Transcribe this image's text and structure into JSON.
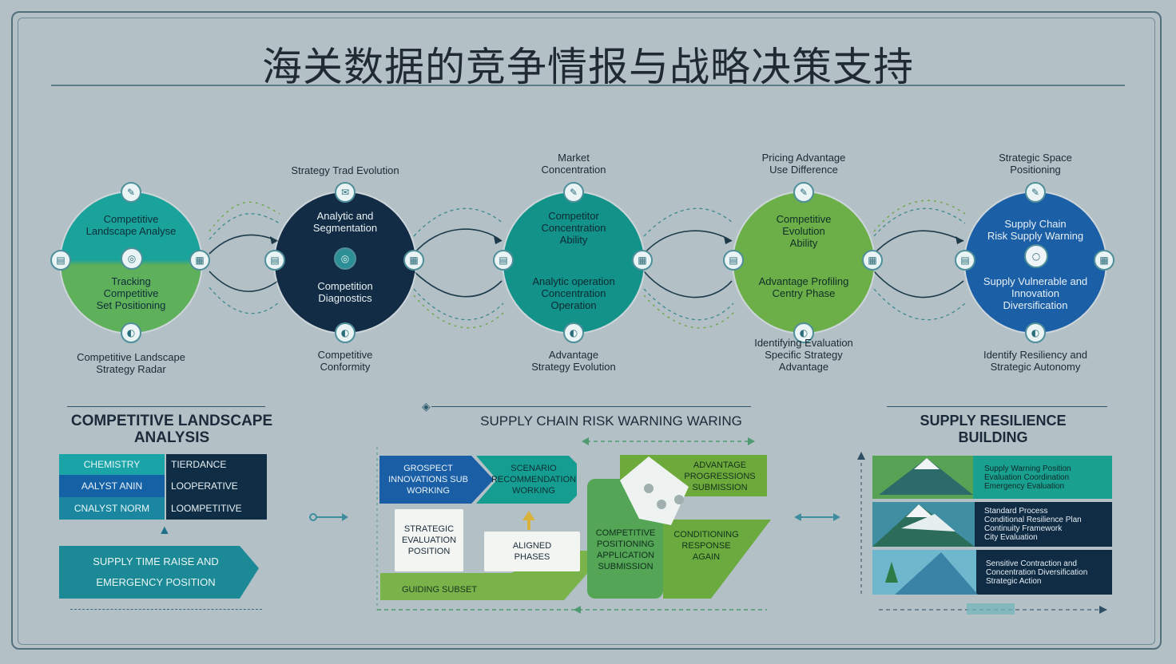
{
  "title": "海关数据的竞争情报与战略决策支持",
  "colors": {
    "teal": "#169c92",
    "navy": "#122e47",
    "green": "#6fb24a",
    "blue": "#1b63a8",
    "bg": "#b3c0c6"
  },
  "stages": [
    {
      "top": "",
      "upper": "Competitive\nLandscape Analyse",
      "lower": "Tracking\nCompetitive\nSet Positioning",
      "bottom": "Competitive Landscape\nStrategy Radar"
    },
    {
      "top": "Strategy Trad Evolution",
      "upper": "Analytic and\nSegmentation",
      "lower": "Competition\nDiagnostics",
      "bottom": "Competitive\nConformity"
    },
    {
      "top": "Market\nConcentration",
      "upper": "Competitor\nConcentration\nAbility",
      "lower": "Analytic operation\nConcentration\nOperation",
      "bottom": "Advantage\nStrategy Evolution"
    },
    {
      "top": "Pricing Advantage\nUse Difference",
      "upper": "Competitive\nEvolution\nAbility",
      "lower": "Advantage Profiling\nCentry Phase",
      "bottom": "Identifying Evaluation\nSpecific Strategy\nAdvantage"
    },
    {
      "top": "Strategic Space\nPositioning",
      "upper": "Supply Chain\nRisk Supply Warning",
      "lower": "Supply Vulnerable and\nInnovation\nDiversification",
      "bottom": "Identify Resiliency and\nStrategic Autonomy"
    }
  ],
  "left": {
    "title": "COMPETITIVE LANDSCAPE\nANALYSIS",
    "rows": [
      {
        "a": "CHEMISTRY",
        "b": "TIERDANCE"
      },
      {
        "a": "AALYST ANIN",
        "b": "LOOPERATIVE"
      },
      {
        "a": "CNALYST NORM",
        "b": "LOOMPETITIVE"
      }
    ],
    "arrow": "SUPPLY TIME RAISE AND\nEMERGENCY POSITION"
  },
  "middle": {
    "title": "SUPPLY CHAIN RISK WARNING WARING",
    "blue": "GROSPECT\nINNOVATIONS SUB\nWORKING",
    "teal": "SCENARIO\nRECOMMENDATION\nWORKING",
    "card1": "STRATEGIC\nEVALUATION\nPOSITION",
    "card2": "ALIGNED\nPHASES",
    "band": "GUIDING SUBSET",
    "green1": "ADVANTAGE\nPROGRESSIONS\nSUBMISSION",
    "green2": "COMPETITIVE\nPOSITIONING\nAPPLICATION\nSUBMISSION",
    "green3": "CONDITIONING\nRESPONSE\nAGAIN"
  },
  "right": {
    "title": "SUPPLY RESILIENCE\nBUILDING",
    "rows": [
      "Supply Warning Position\nEvaluation Coordination\nEmergency Evaluation",
      "Standard Process\nConditional Resilience Plan\nContinuity Framework\nCity Evaluation",
      "Sensitive Contraction and\nConcentration Diversification\nStrategic Action"
    ]
  }
}
